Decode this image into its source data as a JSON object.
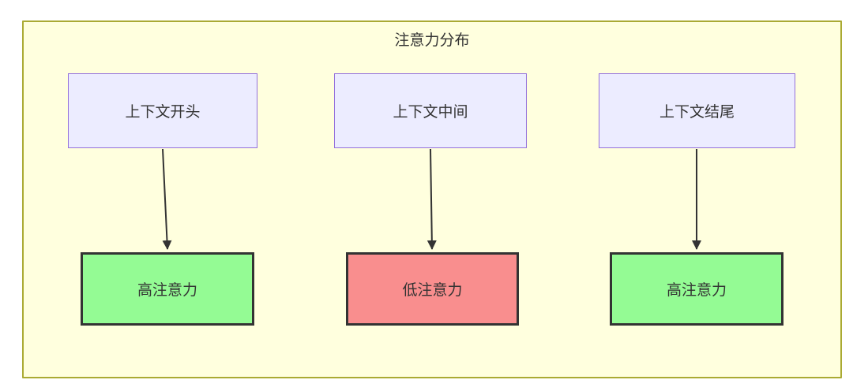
{
  "diagram": {
    "title": "注意力分布",
    "colors": {
      "container_fill": "#ffffde",
      "container_border": "#aaaa33",
      "node_fill": "#ececff",
      "node_border": "#9370db",
      "high_fill": "#94fb94",
      "low_fill": "#f98e8e",
      "result_border": "#333333",
      "arrow": "#333333",
      "text": "#333333"
    },
    "columns": [
      {
        "source": "上下文开头",
        "result": "高注意力",
        "level": "high"
      },
      {
        "source": "上下文中间",
        "result": "低注意力",
        "level": "low"
      },
      {
        "source": "上下文结尾",
        "result": "高注意力",
        "level": "high"
      }
    ]
  }
}
